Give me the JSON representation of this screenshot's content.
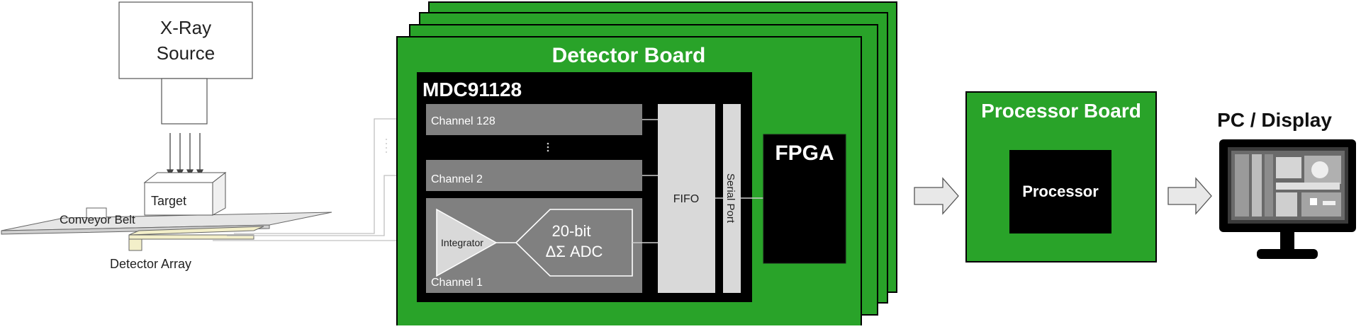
{
  "source": {
    "line1": "X-Ray",
    "line2": "Source"
  },
  "scene": {
    "target": "Target",
    "conveyor_belt": "Conveyor Belt",
    "detector_array": "Detector Array"
  },
  "detector_board": {
    "title": "Detector Board",
    "chip": "MDC91128",
    "channel_top": "Channel 128",
    "channel_mid": "Channel 2",
    "channel_bottom": "Channel 1",
    "integrator": "Integrator",
    "adc_line1": "20-bit",
    "adc_line2": "ΔΣ ADC",
    "fifo": "FIFO",
    "serial_port": "Serial Port",
    "fpga": "FPGA"
  },
  "processor_board": {
    "title": "Processor Board",
    "processor": "Processor"
  },
  "pc": {
    "title": "PC / Display"
  },
  "colors": {
    "board_green": "#29a329",
    "block_gray": "#808080",
    "light_gray": "#d9d9d9",
    "black": "#000000"
  }
}
